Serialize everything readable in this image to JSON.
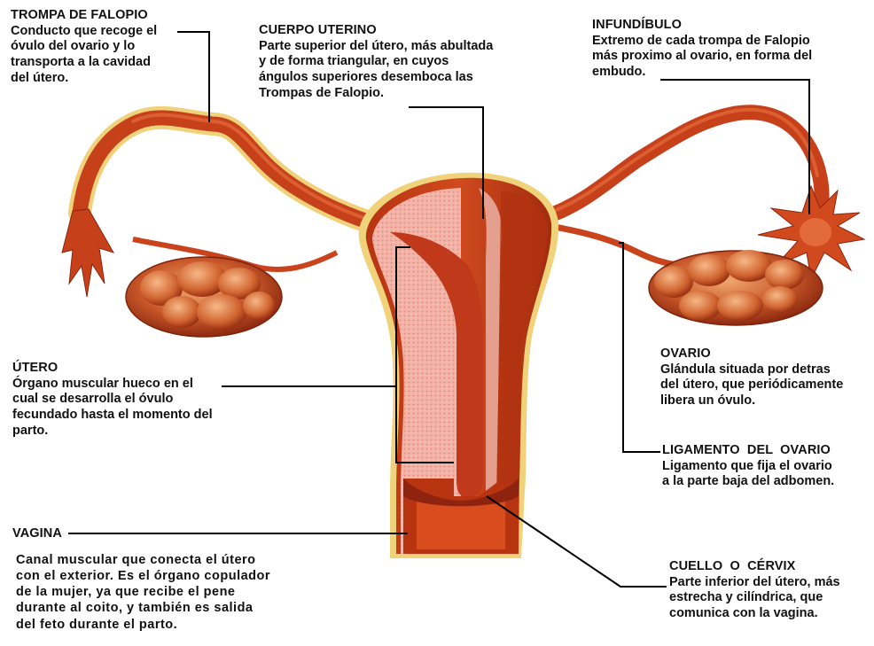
{
  "labels": {
    "trompa": {
      "title": "TROMPA DE FALOPIO",
      "lines": [
        "Conducto que recoge el",
        "óvulo del ovario y lo",
        "transporta a la cavidad",
        "del útero."
      ]
    },
    "cuerpo": {
      "title": "CUERPO UTERINO",
      "lines": [
        "Parte superior del útero, más abultada",
        "y de forma triangular, en cuyos",
        "ángulos superiores desemboca las",
        "Trompas de Falopio."
      ]
    },
    "infundibulo": {
      "title": "INFUNDÍBULO",
      "lines": [
        "Extremo de cada trompa de Falopio",
        "más proximo al ovario, en forma del",
        "embudo."
      ]
    },
    "utero": {
      "title": "ÚTERO",
      "lines": [
        "Órgano muscular hueco en el",
        "cual se desarrolla el óvulo",
        "fecundado hasta el momento del",
        "parto."
      ]
    },
    "ovario": {
      "title": "OVARIO",
      "lines": [
        "Glándula situada por detras",
        "del útero, que periódicamente",
        "libera un óvulo."
      ]
    },
    "ligamento": {
      "title": "LIGAMENTO  DEL  OVARIO",
      "lines": [
        "Ligamento que fija el ovario",
        "a la parte baja del adbomen."
      ]
    },
    "vagina": {
      "title": "VAGINA",
      "lines": [
        "Canal muscular que conecta el útero",
        "con el exterior. Es el órgano copulador",
        "de la mujer, ya que recibe el pene",
        "durante al coito, y también es salida",
        "del feto durante el parto."
      ]
    },
    "cuello": {
      "title": "CUELLO  O  CÉRVIX",
      "lines": [
        "Parte inferior del útero, más",
        "estrecha y cilíndrica, que",
        "comunica con la vagina."
      ]
    }
  },
  "colors": {
    "muscle": "#c9431c",
    "muscle_dark": "#8e2410",
    "muscle_light": "#e06a3a",
    "outline": "#e8c86a",
    "inner_pink": "#f3b8ad",
    "ovary": "#c75a2c",
    "ovary_light": "#e7925a",
    "leader": "#000000"
  }
}
